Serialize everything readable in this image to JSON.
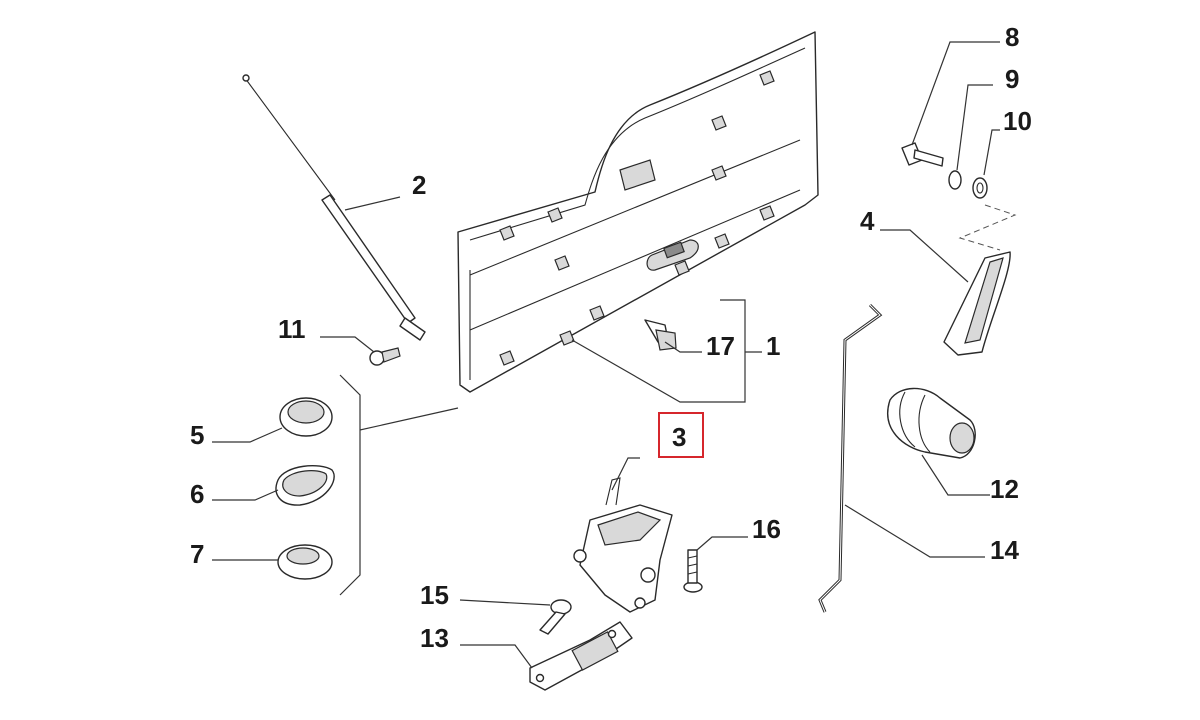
{
  "diagram": {
    "labels": {
      "p1": "1",
      "p2": "2",
      "p3": "3",
      "p4": "4",
      "p5": "5",
      "p6": "6",
      "p7": "7",
      "p8": "8",
      "p9": "9",
      "p10": "10",
      "p11": "11",
      "p12": "12",
      "p13": "13",
      "p14": "14",
      "p15": "15",
      "p16": "16",
      "p17": "17"
    },
    "highlighted_part": "3",
    "colors": {
      "highlight": "#d6262c",
      "line": "#2a2a2a",
      "background": "#ffffff"
    }
  }
}
